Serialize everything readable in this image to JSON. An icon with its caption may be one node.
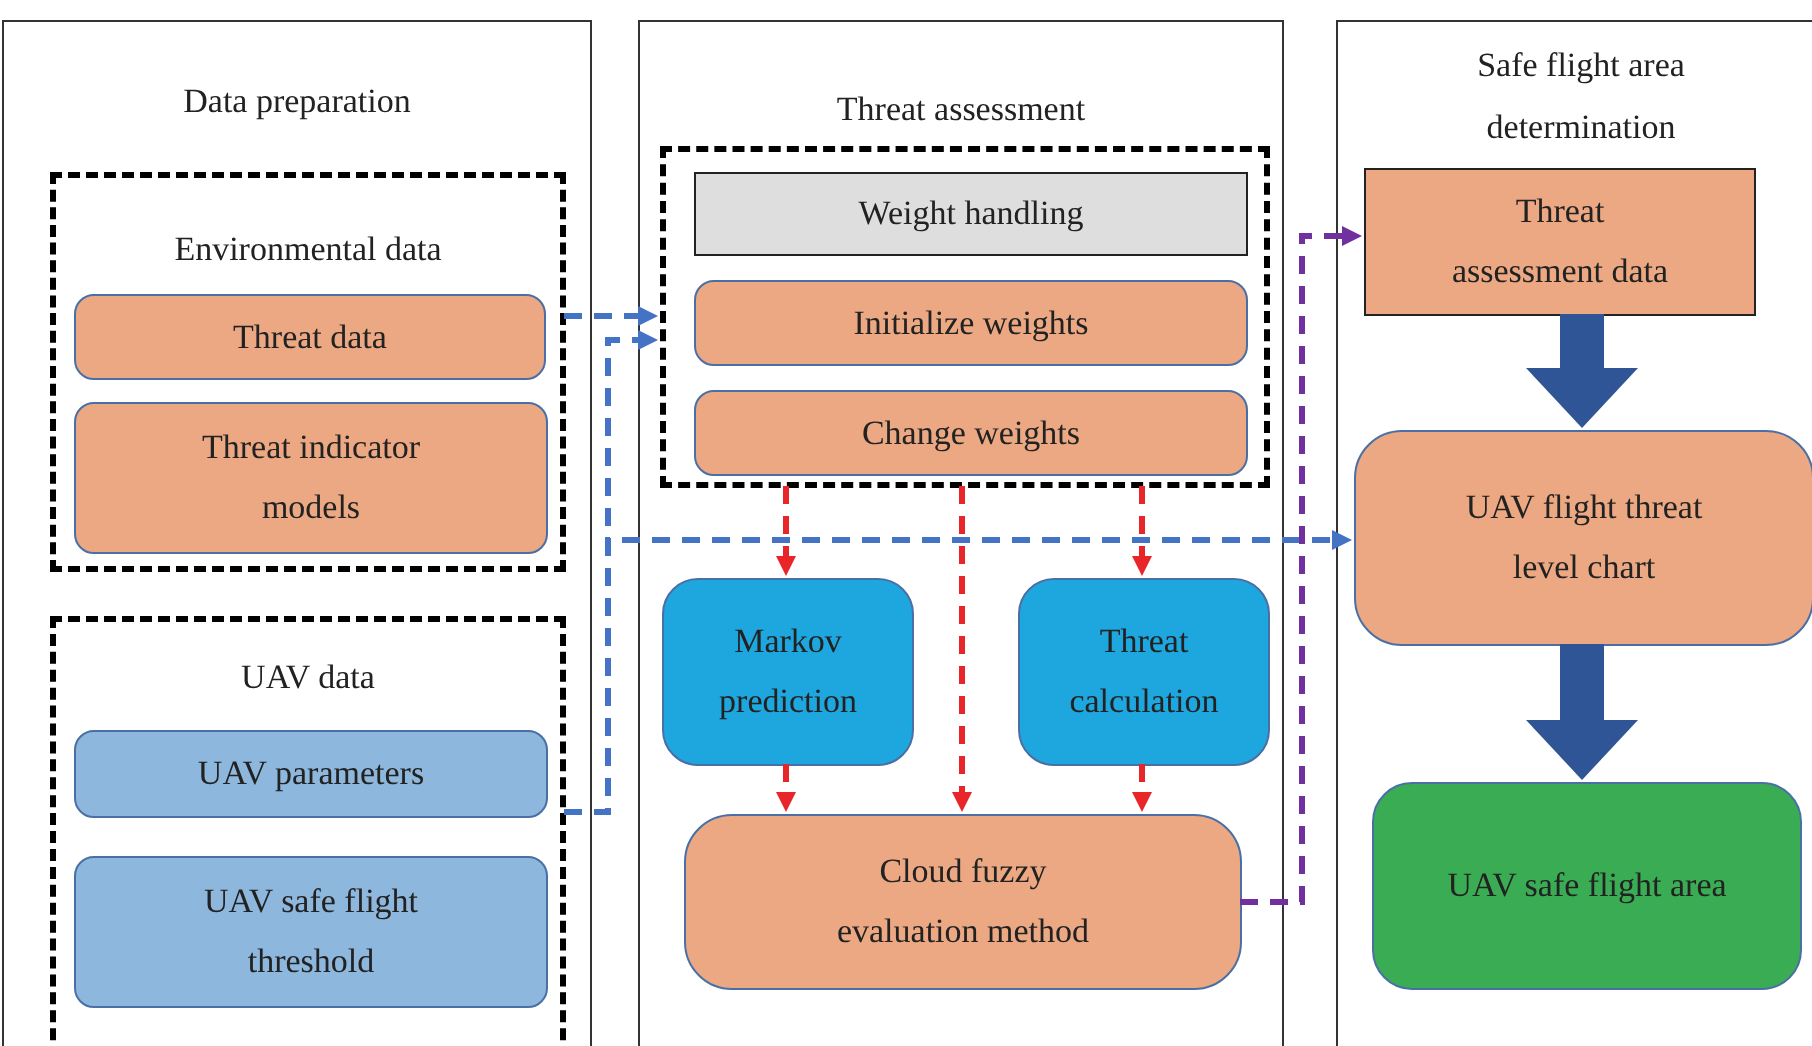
{
  "diagram": {
    "nodes": [
      {
        "text": [
          "Data preparation"
        ]
      },
      {
        "text": [
          "Environmental data"
        ],
        "in": 0
      },
      {
        "text": [
          "Threat data"
        ],
        "in": 1
      },
      {
        "text": [
          "Threat indicator models"
        ],
        "in": 1
      },
      {
        "text": [
          "UAV data"
        ],
        "in": 0
      },
      {
        "text": [
          "UAV parameters"
        ],
        "in": 4
      },
      {
        "text": [
          "UAV safe flight threshold"
        ],
        "in": 4
      },
      {
        "text": [
          "Threat assessment"
        ]
      },
      {
        "text": [],
        "shape": "box",
        "in": 7
      },
      {
        "text": [
          "Weight handling"
        ],
        "in": 8
      },
      {
        "text": [
          "Initialize weights"
        ],
        "in": 8
      },
      {
        "text": [
          "Change weights"
        ],
        "in": 8
      },
      {
        "text": [
          "Markov prediction"
        ],
        "in": 7
      },
      {
        "text": [
          "Threat calculation"
        ],
        "in": 7
      },
      {
        "text": [
          "Cloud fuzzy evaluation method"
        ],
        "in": 7
      },
      {
        "text": [
          "Safe flight area determination"
        ]
      },
      {
        "text": [
          "Threat assessment data"
        ],
        "in": 15
      },
      {
        "text": [
          "UAV flight threat level chart"
        ],
        "in": 15
      },
      {
        "text": [
          "UAV safe flight area"
        ],
        "in": 15
      }
    ],
    "edges": [
      {
        "from": 1,
        "to": 8,
        "arrow": "to",
        "style": "dashed",
        "color": "#4472c4"
      },
      {
        "from": 4,
        "to": 8,
        "arrow": "to",
        "style": "dashed",
        "color": "#4472c4"
      },
      {
        "from": 4,
        "to": 17,
        "arrow": "to",
        "style": "dashed",
        "color": "#4472c4"
      },
      {
        "from": 8,
        "to": 12,
        "arrow": "to",
        "style": "dashed"
      },
      {
        "from": 8,
        "to": 14,
        "arrow": "to",
        "style": "dashed"
      },
      {
        "from": 8,
        "to": 13,
        "arrow": "to",
        "style": "dashed"
      },
      {
        "from": 12,
        "to": 14,
        "arrow": "to",
        "style": "dashed"
      },
      {
        "from": 13,
        "to": 14,
        "arrow": "to",
        "style": "dashed"
      },
      {
        "from": 14,
        "to": 16,
        "arrow": "to",
        "style": "dashed",
        "color": "#7030a0"
      },
      {
        "from": 16,
        "to": 17,
        "arrow": "to",
        "style": "thick",
        "color": "#2f5597"
      },
      {
        "from": 17,
        "to": 18,
        "arrow": "to",
        "style": "thick",
        "color": "#2f5597"
      }
    ]
  }
}
